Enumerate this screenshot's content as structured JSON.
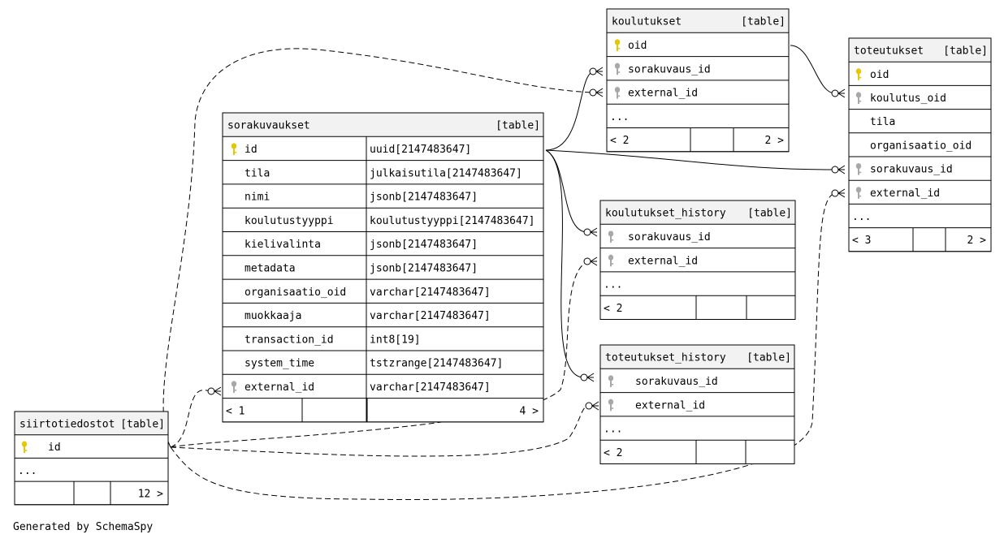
{
  "footer": "Generated by SchemaSpy",
  "tables": {
    "koulutukset": {
      "name": "koulutukset",
      "kind": "[table]",
      "rows": [
        {
          "name": "oid",
          "icon": "pk"
        },
        {
          "name": "sorakuvaus_id",
          "icon": "fk"
        },
        {
          "name": "external_id",
          "icon": "fk"
        },
        {
          "name": "...",
          "icon": ""
        }
      ],
      "footer": {
        "left": "< 2",
        "right": "2 >"
      }
    },
    "toteutukset": {
      "name": "toteutukset",
      "kind": "[table]",
      "rows": [
        {
          "name": "oid",
          "icon": "pk"
        },
        {
          "name": "koulutus_oid",
          "icon": "fk"
        },
        {
          "name": "tila",
          "icon": ""
        },
        {
          "name": "organisaatio_oid",
          "icon": ""
        },
        {
          "name": "sorakuvaus_id",
          "icon": "fk"
        },
        {
          "name": "external_id",
          "icon": "fk"
        },
        {
          "name": "...",
          "icon": ""
        }
      ],
      "footer": {
        "left": "< 3",
        "right": "2 >"
      }
    },
    "sorakuvaukset": {
      "name": "sorakuvaukset",
      "kind": "[table]",
      "rows": [
        {
          "name": "id",
          "type": "uuid[2147483647]",
          "icon": "pk"
        },
        {
          "name": "tila",
          "type": "julkaisutila[2147483647]",
          "icon": ""
        },
        {
          "name": "nimi",
          "type": "jsonb[2147483647]",
          "icon": ""
        },
        {
          "name": "koulutustyyppi",
          "type": "koulutustyyppi[2147483647]",
          "icon": ""
        },
        {
          "name": "kielivalinta",
          "type": "jsonb[2147483647]",
          "icon": ""
        },
        {
          "name": "metadata",
          "type": "jsonb[2147483647]",
          "icon": ""
        },
        {
          "name": "organisaatio_oid",
          "type": "varchar[2147483647]",
          "icon": ""
        },
        {
          "name": "muokkaaja",
          "type": "varchar[2147483647]",
          "icon": ""
        },
        {
          "name": "transaction_id",
          "type": "int8[19]",
          "icon": ""
        },
        {
          "name": "system_time",
          "type": "tstzrange[2147483647]",
          "icon": ""
        },
        {
          "name": "external_id",
          "type": "varchar[2147483647]",
          "icon": "fk"
        }
      ],
      "footer": {
        "left": "< 1",
        "right": "4 >"
      }
    },
    "koulutukset_history": {
      "name": "koulutukset_history",
      "kind": "[table]",
      "rows": [
        {
          "name": "sorakuvaus_id",
          "icon": "fk"
        },
        {
          "name": "external_id",
          "icon": "fk"
        },
        {
          "name": "...",
          "icon": ""
        }
      ],
      "footer": {
        "left": "< 2",
        "right": ""
      }
    },
    "toteutukset_history": {
      "name": "toteutukset_history",
      "kind": "[table]",
      "rows": [
        {
          "name": "sorakuvaus_id",
          "icon": "fk"
        },
        {
          "name": "external_id",
          "icon": "fk"
        },
        {
          "name": "...",
          "icon": ""
        }
      ],
      "footer": {
        "left": "< 2",
        "right": ""
      }
    },
    "siirtotiedostot": {
      "name": "siirtotiedostot",
      "kind": "[table]",
      "rows": [
        {
          "name": "id",
          "icon": "pk"
        },
        {
          "name": "...",
          "icon": ""
        }
      ],
      "footer": {
        "left": "",
        "right": "12 >"
      }
    }
  },
  "colors": {
    "pk_key": "#e6c700",
    "fk_key": "#a8a8a8",
    "header_bg": "#f2f2f2"
  }
}
